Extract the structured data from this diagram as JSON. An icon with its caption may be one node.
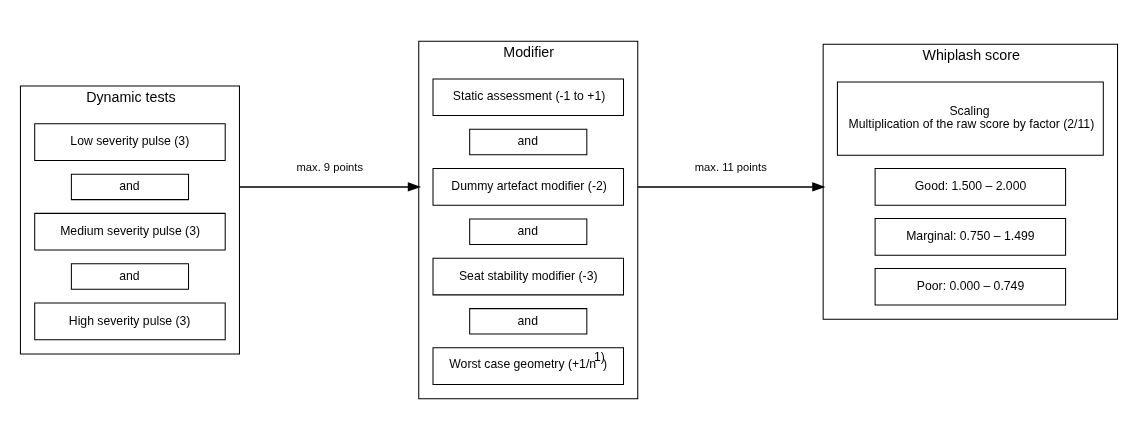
{
  "diagram": {
    "nodes": [
      {
        "text": [
          "Dynamic tests"
        ]
      },
      {
        "text": [
          "Low severity pulse (3)"
        ],
        "in": 0
      },
      {
        "text": [
          "and"
        ],
        "in": 0
      },
      {
        "text": [
          "Medium severity pulse (3)"
        ],
        "in": 0
      },
      {
        "text": [
          "and"
        ],
        "in": 0
      },
      {
        "text": [
          "High severity pulse (3)"
        ],
        "in": 0
      },
      {
        "text": [
          "Modifier"
        ]
      },
      {
        "text": [
          "Static assessment (-1 to +1)"
        ],
        "in": 6
      },
      {
        "text": [
          "and"
        ],
        "in": 6
      },
      {
        "text": [
          "Dummy artefact modifier (-2)"
        ],
        "in": 6
      },
      {
        "text": [
          "and"
        ],
        "in": 6
      },
      {
        "text": [
          "Seat stability modifier (-3)"
        ],
        "in": 6
      },
      {
        "text": [
          "and"
        ],
        "in": 6
      },
      {
        "text": [
          "Worst case geometry (+1/n$^{1)}$)"
        ],
        "in": 6
      },
      {
        "text": [
          "Whiplash score"
        ]
      },
      {
        "text": [
          "Scaling",
          "Multiplication of the raw score by factor (2/11)"
        ],
        "in": 14
      },
      {
        "text": [
          "Good: 1.500 – 2.000"
        ],
        "in": 14
      },
      {
        "text": [
          "Marginal: 0.750 – 1.499"
        ],
        "in": 14
      },
      {
        "text": [
          "Poor: 0.000 – 0.749"
        ],
        "in": 14
      }
    ],
    "edges": [
      {
        "from": 0,
        "to": 6,
        "arrow": "to",
        "label": "max. 9 points"
      },
      {
        "from": 6,
        "to": 14,
        "arrow": "to",
        "label": "max. 11 points"
      }
    ]
  }
}
